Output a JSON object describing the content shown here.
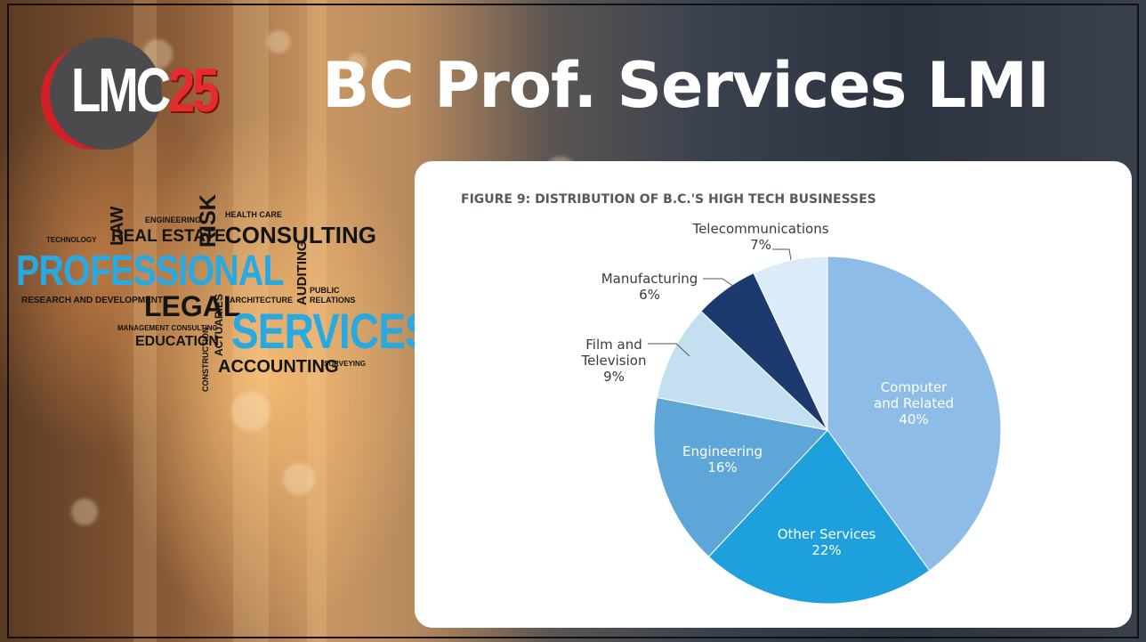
{
  "slide": {
    "title": "BC Prof. Services LMI"
  },
  "logo": {
    "lmc": "LMC",
    "number": "25"
  },
  "word_cloud": {
    "words": [
      "ENGINEERING",
      "HEALTH CARE",
      "TECHNOLOGY",
      "LAW",
      "REAL ESTATE",
      "RISK",
      "CONSULTING",
      "PROFESSIONAL",
      "AUDITING",
      "PUBLIC",
      "RELATIONS",
      "RESEARCH AND DEVELOPMENT",
      "LEGAL",
      "ARCHITECTURE",
      "ACTUARIES",
      "MANAGEMENT CONSULTING",
      "SERVICES",
      "EDUCATION",
      "CONSTRUCTION",
      "ACCOUNTING",
      "SURVEYING"
    ]
  },
  "figure": {
    "title": "FIGURE 9: DISTRIBUTION OF B.C.'S HIGH TECH BUSINESSES"
  },
  "chart_data": {
    "type": "pie",
    "title": "FIGURE 9: DISTRIBUTION OF B.C.'S HIGH TECH BUSINESSES",
    "slices": [
      {
        "label": "Computer and Related",
        "label_lines": [
          "Computer",
          "and Related"
        ],
        "value": 40,
        "value_label": "40%",
        "color": "#8dbde6",
        "label_inside": true,
        "text_color": "#ffffff"
      },
      {
        "label": "Other Services",
        "label_lines": [
          "Other Services"
        ],
        "value": 22,
        "value_label": "22%",
        "color": "#1ea0dc",
        "label_inside": true,
        "text_color": "#ffffff"
      },
      {
        "label": "Engineering",
        "label_lines": [
          "Engineering"
        ],
        "value": 16,
        "value_label": "16%",
        "color": "#5fa6d8",
        "label_inside": true,
        "text_color": "#ffffff"
      },
      {
        "label": "Film and Television",
        "label_lines": [
          "Film and",
          "Television"
        ],
        "value": 9,
        "value_label": "9%",
        "color": "#c4dff2",
        "label_inside": false,
        "text_color": "#3b3b3b"
      },
      {
        "label": "Manufacturing",
        "label_lines": [
          "Manufacturing"
        ],
        "value": 6,
        "value_label": "6%",
        "color": "#1d3a6e",
        "label_inside": false,
        "text_color": "#3b3b3b"
      },
      {
        "label": "Telecommunications",
        "label_lines": [
          "Telecommunications"
        ],
        "value": 7,
        "value_label": "7%",
        "color": "#dcebf8",
        "label_inside": false,
        "text_color": "#3b3b3b"
      }
    ]
  }
}
